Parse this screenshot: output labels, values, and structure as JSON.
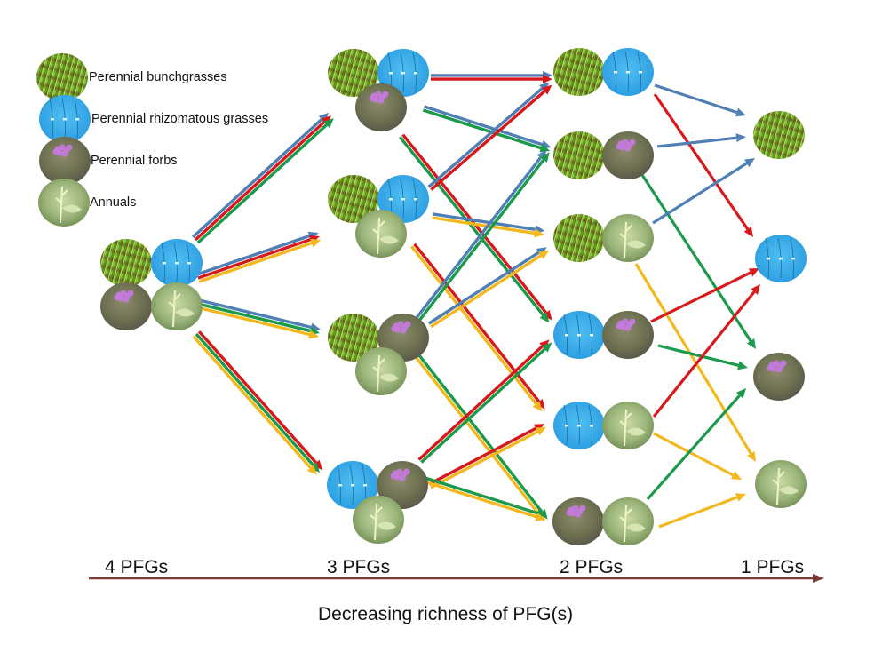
{
  "colors": {
    "bunchgrass": "#4f7fb5",
    "rhizomatous": "#d7191c",
    "forb": "#1a9a4a",
    "annual": "#f2b81e",
    "axis": "#7b3a36"
  },
  "legend": [
    {
      "key": "bunchgrass",
      "label": "Perennial bunchgrasses"
    },
    {
      "key": "rhizomatous",
      "label": "Perennial rhizomatous grasses"
    },
    {
      "key": "forb",
      "label": "Perennial forbs"
    },
    {
      "key": "annual",
      "label": "Annuals"
    }
  ],
  "levels": [
    {
      "label": "4 PFGs"
    },
    {
      "label": "3 PFGs"
    },
    {
      "label": "2 PFGs"
    },
    {
      "label": "1 PFGs"
    }
  ],
  "axis_title": "Decreasing richness of PFG(s)",
  "nodes": {
    "n4": [
      "bunchgrass",
      "rhizomatous",
      "forb",
      "annual"
    ],
    "n3a": [
      "bunchgrass",
      "rhizomatous",
      "forb"
    ],
    "n3b": [
      "bunchgrass",
      "rhizomatous",
      "annual"
    ],
    "n3c": [
      "bunchgrass",
      "forb",
      "annual"
    ],
    "n3d": [
      "rhizomatous",
      "forb",
      "annual"
    ],
    "n2a": [
      "bunchgrass",
      "rhizomatous"
    ],
    "n2b": [
      "bunchgrass",
      "forb"
    ],
    "n2c": [
      "bunchgrass",
      "annual"
    ],
    "n2d": [
      "rhizomatous",
      "forb"
    ],
    "n2e": [
      "rhizomatous",
      "annual"
    ],
    "n2f": [
      "forb",
      "annual"
    ],
    "n1a": [
      "bunchgrass"
    ],
    "n1b": [
      "rhizomatous"
    ],
    "n1c": [
      "forb"
    ],
    "n1d": [
      "annual"
    ]
  },
  "edges": [
    {
      "from": "n4",
      "to": "n3a",
      "colors": [
        "bunchgrass",
        "rhizomatous",
        "forb"
      ]
    },
    {
      "from": "n4",
      "to": "n3b",
      "colors": [
        "bunchgrass",
        "rhizomatous",
        "annual"
      ]
    },
    {
      "from": "n4",
      "to": "n3c",
      "colors": [
        "bunchgrass",
        "forb",
        "annual"
      ]
    },
    {
      "from": "n4",
      "to": "n3d",
      "colors": [
        "rhizomatous",
        "forb",
        "annual"
      ]
    },
    {
      "from": "n3a",
      "to": "n2a",
      "colors": [
        "bunchgrass",
        "rhizomatous"
      ]
    },
    {
      "from": "n3a",
      "to": "n2b",
      "colors": [
        "bunchgrass",
        "forb"
      ]
    },
    {
      "from": "n3a",
      "to": "n2d",
      "colors": [
        "rhizomatous",
        "forb"
      ]
    },
    {
      "from": "n3b",
      "to": "n2a",
      "colors": [
        "bunchgrass",
        "rhizomatous"
      ]
    },
    {
      "from": "n3b",
      "to": "n2c",
      "colors": [
        "bunchgrass",
        "annual"
      ]
    },
    {
      "from": "n3b",
      "to": "n2e",
      "colors": [
        "rhizomatous",
        "annual"
      ]
    },
    {
      "from": "n3c",
      "to": "n2b",
      "colors": [
        "bunchgrass",
        "forb"
      ]
    },
    {
      "from": "n3c",
      "to": "n2c",
      "colors": [
        "bunchgrass",
        "annual"
      ]
    },
    {
      "from": "n3c",
      "to": "n2f",
      "colors": [
        "forb",
        "annual"
      ]
    },
    {
      "from": "n3d",
      "to": "n2d",
      "colors": [
        "rhizomatous",
        "forb"
      ]
    },
    {
      "from": "n3d",
      "to": "n2e",
      "colors": [
        "rhizomatous",
        "annual"
      ]
    },
    {
      "from": "n3d",
      "to": "n2f",
      "colors": [
        "forb",
        "annual"
      ]
    },
    {
      "from": "n2a",
      "to": "n1a",
      "colors": [
        "bunchgrass"
      ]
    },
    {
      "from": "n2a",
      "to": "n1b",
      "colors": [
        "rhizomatous"
      ]
    },
    {
      "from": "n2b",
      "to": "n1a",
      "colors": [
        "bunchgrass"
      ]
    },
    {
      "from": "n2b",
      "to": "n1c",
      "colors": [
        "forb"
      ]
    },
    {
      "from": "n2c",
      "to": "n1a",
      "colors": [
        "bunchgrass"
      ]
    },
    {
      "from": "n2c",
      "to": "n1d",
      "colors": [
        "annual"
      ]
    },
    {
      "from": "n2d",
      "to": "n1b",
      "colors": [
        "rhizomatous"
      ]
    },
    {
      "from": "n2d",
      "to": "n1c",
      "colors": [
        "forb"
      ]
    },
    {
      "from": "n2e",
      "to": "n1b",
      "colors": [
        "rhizomatous"
      ]
    },
    {
      "from": "n2e",
      "to": "n1d",
      "colors": [
        "annual"
      ]
    },
    {
      "from": "n2f",
      "to": "n1c",
      "colors": [
        "forb"
      ]
    },
    {
      "from": "n2f",
      "to": "n1d",
      "colors": [
        "annual"
      ]
    }
  ]
}
